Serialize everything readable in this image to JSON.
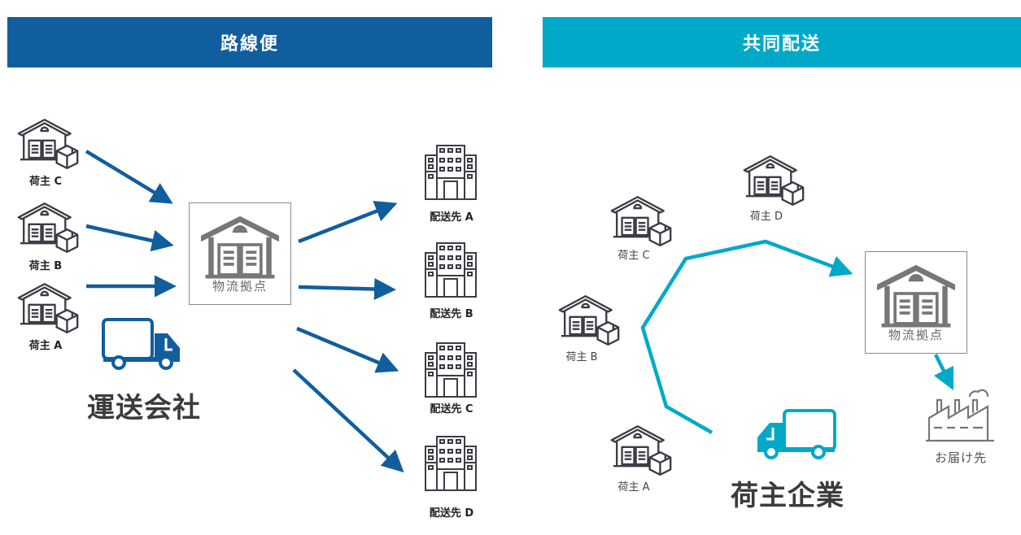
{
  "colors": {
    "left_accent": "#115e9e",
    "right_accent": "#00a9c8",
    "icon_stroke": "#3a3d45",
    "hub_gray": "#777777"
  },
  "left_panel": {
    "title": "路線便",
    "shippers": [
      {
        "label": "荷主 C"
      },
      {
        "label": "荷主 B"
      },
      {
        "label": "荷主 A"
      }
    ],
    "hub_label": "物流拠点",
    "carrier": {
      "icon": "truck-icon",
      "label": "運送会社"
    },
    "destinations": [
      {
        "label": "配送先 A"
      },
      {
        "label": "配送先 B"
      },
      {
        "label": "配送先 C"
      },
      {
        "label": "配送先 D"
      }
    ]
  },
  "right_panel": {
    "title": "共同配送",
    "shippers": [
      {
        "label": "荷主 D"
      },
      {
        "label": "荷主 C"
      },
      {
        "label": "荷主 B"
      },
      {
        "label": "荷主 A"
      }
    ],
    "hub_label": "物流拠点",
    "destination": {
      "icon": "factory-icon",
      "label": "お届け先"
    },
    "shipper_company": {
      "icon": "truck-icon",
      "label": "荷主企業"
    }
  }
}
